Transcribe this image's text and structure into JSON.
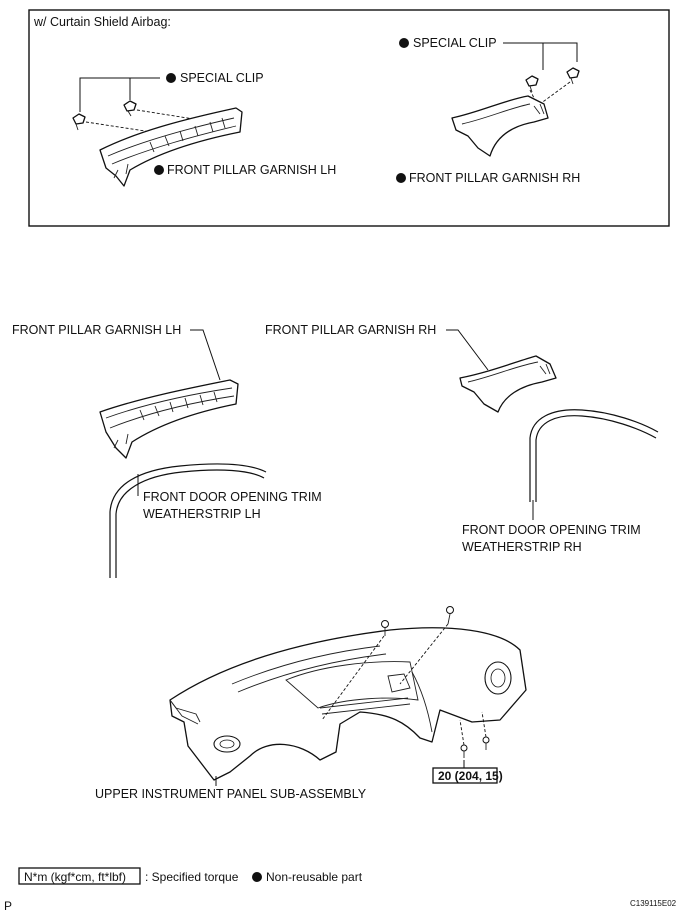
{
  "inset": {
    "title": "w/ Curtain Shield Airbag:",
    "special_clip_lh": "SPECIAL CLIP",
    "special_clip_rh": "SPECIAL CLIP",
    "garnish_lh": "FRONT PILLAR GARNISH LH",
    "garnish_rh": "FRONT PILLAR GARNISH RH"
  },
  "main": {
    "garnish_lh": "FRONT PILLAR GARNISH LH",
    "garnish_rh": "FRONT PILLAR GARNISH RH",
    "weatherstrip_lh_line1": "FRONT DOOR OPENING TRIM",
    "weatherstrip_lh_line2": "WEATHERSTRIP LH",
    "weatherstrip_rh_line1": "FRONT DOOR OPENING TRIM",
    "weatherstrip_rh_line2": "WEATHERSTRIP RH",
    "instrument_panel": "UPPER INSTRUMENT PANEL SUB-ASSEMBLY",
    "torque_value": "20 (204, 15)"
  },
  "legend": {
    "torque_unit": "N*m (kgf*cm, ft*lbf)",
    "torque_text": ": Specified torque",
    "nonreusable_text": "Non-reusable part"
  },
  "footer": {
    "page_mark": "P",
    "figure_code": "C139115E02"
  }
}
